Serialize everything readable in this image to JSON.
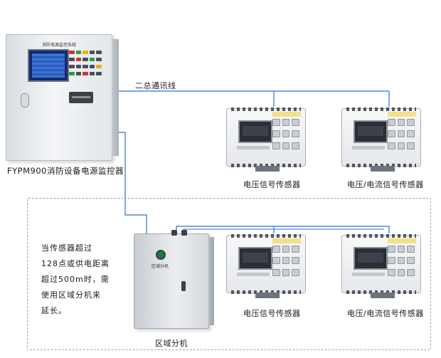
{
  "controller": {
    "label": "FYPM900消防设备电源监控器",
    "panel_title": "消防电源监控系统"
  },
  "bus_label": "二总通讯线",
  "top_sensors": [
    {
      "label": "电压信号传感器"
    },
    {
      "label": "电压/电流信号传感器"
    }
  ],
  "bottom_sensors": [
    {
      "label": "电压信号传感器"
    },
    {
      "label": "电压/电流信号传感器"
    }
  ],
  "distributor": {
    "label": "区域分机",
    "panel_title": "区域分机"
  },
  "note": {
    "lines": [
      "当传感器超过",
      "128点或供电距离",
      "超过500m时，需",
      "使用区域分机来",
      "延长。"
    ]
  },
  "colors": {
    "wire": "#2d6fd0",
    "zone_border": "#9aa4b4"
  }
}
